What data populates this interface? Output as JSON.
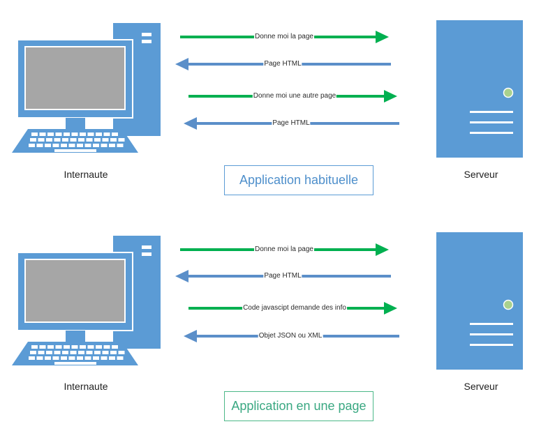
{
  "colors": {
    "monitor_blue": "#5b9bd5",
    "screen_gray": "#a6a6a6",
    "green_arrow": "#00b050",
    "blue_arrow": "#5b8fc9",
    "led_green": "#a9d18e",
    "box_blue_border": "#5b9bd5",
    "box_green_border": "#4cb888",
    "box_blue_text": "#4e8fcb",
    "box_green_text": "#3aa882"
  },
  "sections": [
    {
      "client_label": "Internaute",
      "server_label": "Serveur",
      "app_label": "Application habituelle",
      "arrows": [
        {
          "direction": "right",
          "color": "green",
          "label": "Donne moi la page"
        },
        {
          "direction": "left",
          "color": "blue",
          "label": "Page HTML"
        },
        {
          "direction": "right",
          "color": "green",
          "label": "Donne moi une autre page"
        },
        {
          "direction": "left",
          "color": "blue",
          "label": "Page HTML"
        }
      ]
    },
    {
      "client_label": "Internaute",
      "server_label": "Serveur",
      "app_label": "Application en une page",
      "arrows": [
        {
          "direction": "right",
          "color": "green",
          "label": "Donne moi la page"
        },
        {
          "direction": "left",
          "color": "blue",
          "label": "Page HTML"
        },
        {
          "direction": "right",
          "color": "green",
          "label": "Code javascipt demande des info"
        },
        {
          "direction": "left",
          "color": "blue",
          "label": "Objet JSON ou XML"
        }
      ]
    }
  ]
}
